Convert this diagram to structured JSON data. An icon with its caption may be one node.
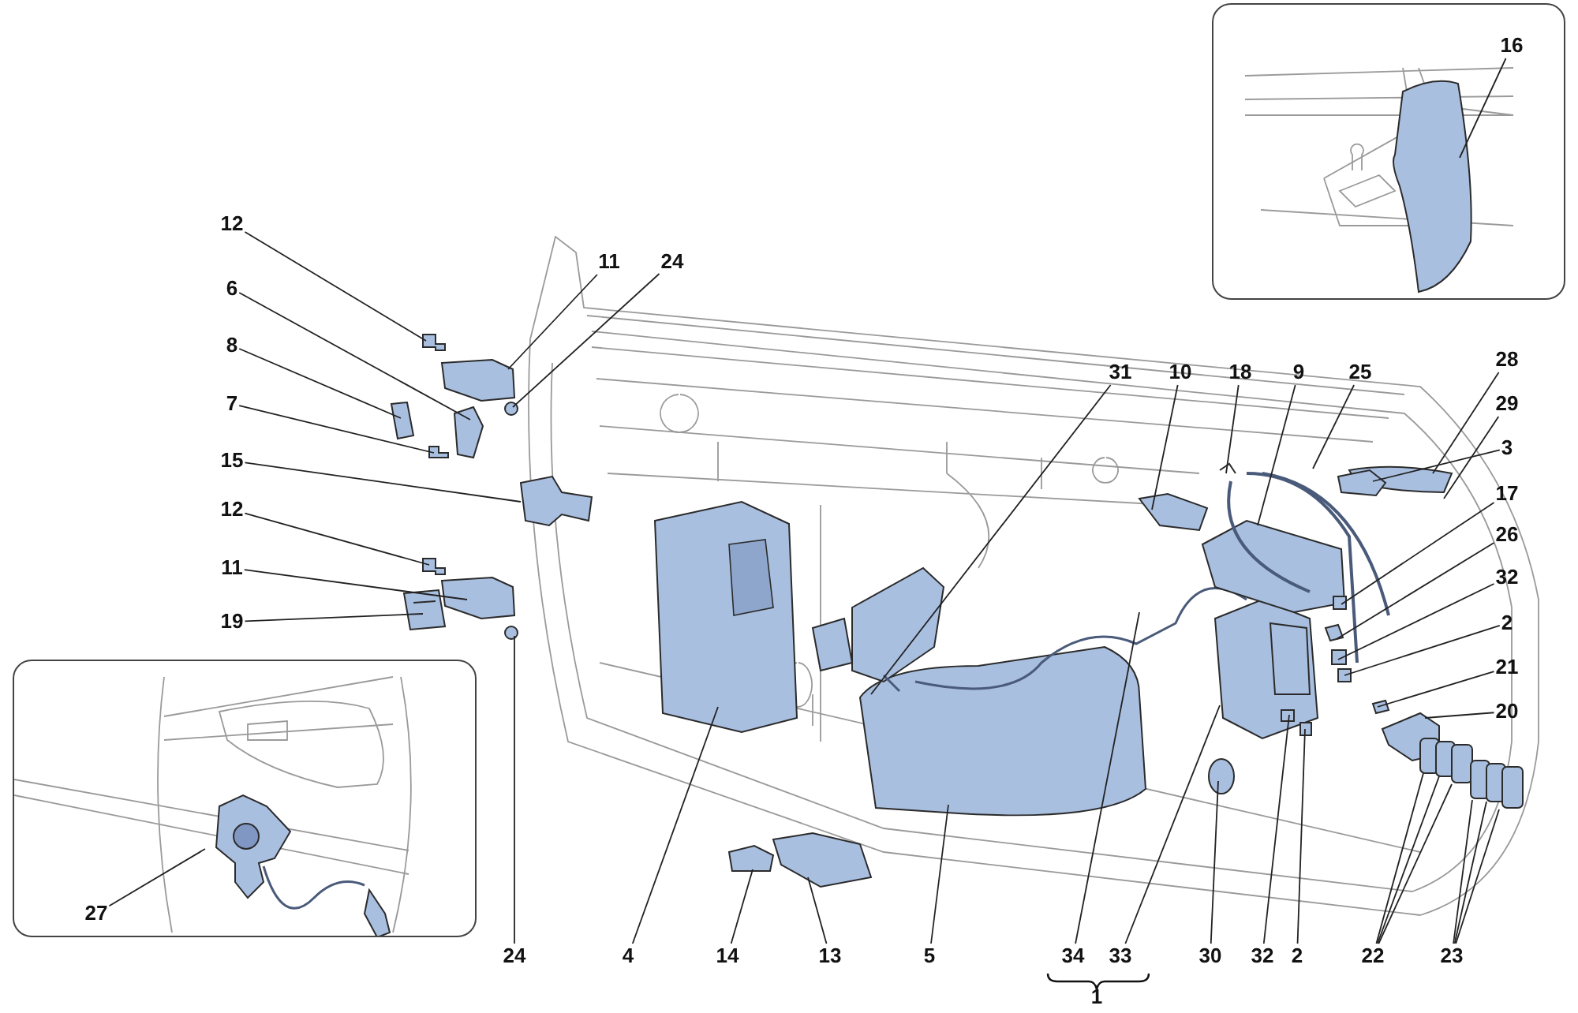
{
  "diagram": {
    "nodes": [
      {
        "text": [],
        "shape": "box"
      },
      {
        "text": [
          "16"
        ],
        "in": 0
      },
      {
        "text": [
          "12"
        ]
      },
      {
        "text": [
          "11"
        ]
      },
      {
        "text": [
          "24"
        ]
      },
      {
        "text": [
          "6"
        ]
      },
      {
        "text": [
          "8"
        ]
      },
      {
        "text": [
          "7"
        ]
      },
      {
        "text": [
          "15"
        ]
      },
      {
        "text": [
          "12"
        ]
      },
      {
        "text": [
          "11"
        ]
      },
      {
        "text": [
          "19"
        ]
      },
      {
        "text": [
          "31"
        ]
      },
      {
        "text": [
          "10"
        ]
      },
      {
        "text": [
          "18"
        ]
      },
      {
        "text": [
          "9"
        ]
      },
      {
        "text": [
          "25"
        ]
      },
      {
        "text": [
          "28"
        ]
      },
      {
        "text": [
          "29"
        ]
      },
      {
        "text": [
          "3"
        ]
      },
      {
        "text": [
          "17"
        ]
      },
      {
        "text": [
          "26"
        ]
      },
      {
        "text": [
          "32"
        ]
      },
      {
        "text": [
          "2"
        ]
      },
      {
        "text": [
          "21"
        ]
      },
      {
        "text": [
          "20"
        ]
      },
      {
        "text": [],
        "shape": "box"
      },
      {
        "text": [
          "27"
        ],
        "in": 26
      },
      {
        "text": [
          "24"
        ]
      },
      {
        "text": [
          "4"
        ]
      },
      {
        "text": [
          "14"
        ]
      },
      {
        "text": [
          "13"
        ]
      },
      {
        "text": [
          "5"
        ]
      },
      {
        "text": [
          "34"
        ]
      },
      {
        "text": [
          "33"
        ]
      },
      {
        "text": [
          "30"
        ]
      },
      {
        "text": [
          "32"
        ]
      },
      {
        "text": [
          "2"
        ]
      },
      {
        "text": [
          "22"
        ]
      },
      {
        "text": [
          "23"
        ]
      },
      {
        "text": [
          "1"
        ]
      }
    ],
    "edges": [
      {
        "from": 1,
        "to": null,
        "arrow": "none"
      },
      {
        "from": 2,
        "to": null,
        "arrow": "none"
      },
      {
        "from": 3,
        "to": null,
        "arrow": "none"
      },
      {
        "from": 4,
        "to": null,
        "arrow": "none"
      },
      {
        "from": 5,
        "to": null,
        "arrow": "none"
      },
      {
        "from": 6,
        "to": null,
        "arrow": "none"
      },
      {
        "from": 7,
        "to": null,
        "arrow": "none"
      },
      {
        "from": 8,
        "to": null,
        "arrow": "none"
      },
      {
        "from": 9,
        "to": null,
        "arrow": "none"
      },
      {
        "from": 10,
        "to": null,
        "arrow": "none"
      },
      {
        "from": 11,
        "to": null,
        "arrow": "none"
      },
      {
        "from": 12,
        "to": null,
        "arrow": "none"
      },
      {
        "from": 13,
        "to": null,
        "arrow": "none"
      },
      {
        "from": 14,
        "to": null,
        "arrow": "none"
      },
      {
        "from": 15,
        "to": null,
        "arrow": "none"
      },
      {
        "from": 16,
        "to": null,
        "arrow": "none"
      },
      {
        "from": 17,
        "to": null,
        "arrow": "none"
      },
      {
        "from": 18,
        "to": null,
        "arrow": "none"
      },
      {
        "from": 19,
        "to": null,
        "arrow": "none"
      },
      {
        "from": 20,
        "to": null,
        "arrow": "none"
      },
      {
        "from": 21,
        "to": null,
        "arrow": "none"
      },
      {
        "from": 22,
        "to": null,
        "arrow": "none"
      },
      {
        "from": 23,
        "to": null,
        "arrow": "none"
      },
      {
        "from": 24,
        "to": null,
        "arrow": "none"
      },
      {
        "from": 25,
        "to": null,
        "arrow": "none"
      },
      {
        "from": 27,
        "to": null,
        "arrow": "none"
      },
      {
        "from": 28,
        "to": null,
        "arrow": "none"
      },
      {
        "from": 29,
        "to": null,
        "arrow": "none"
      },
      {
        "from": 30,
        "to": null,
        "arrow": "none"
      },
      {
        "from": 31,
        "to": null,
        "arrow": "none"
      },
      {
        "from": 32,
        "to": null,
        "arrow": "none"
      },
      {
        "from": 33,
        "to": null,
        "arrow": "none"
      },
      {
        "from": 34,
        "to": null,
        "arrow": "none"
      },
      {
        "from": 35,
        "to": null,
        "arrow": "none"
      },
      {
        "from": 36,
        "to": null,
        "arrow": "none"
      },
      {
        "from": 37,
        "to": null,
        "arrow": "none"
      },
      {
        "from": 38,
        "to": null,
        "arrow": "none"
      },
      {
        "from": 38,
        "to": null,
        "arrow": "none"
      },
      {
        "from": 38,
        "to": null,
        "arrow": "none"
      },
      {
        "from": 39,
        "to": null,
        "arrow": "none"
      },
      {
        "from": 39,
        "to": null,
        "arrow": "none"
      },
      {
        "from": 39,
        "to": null,
        "arrow": "none"
      }
    ]
  }
}
